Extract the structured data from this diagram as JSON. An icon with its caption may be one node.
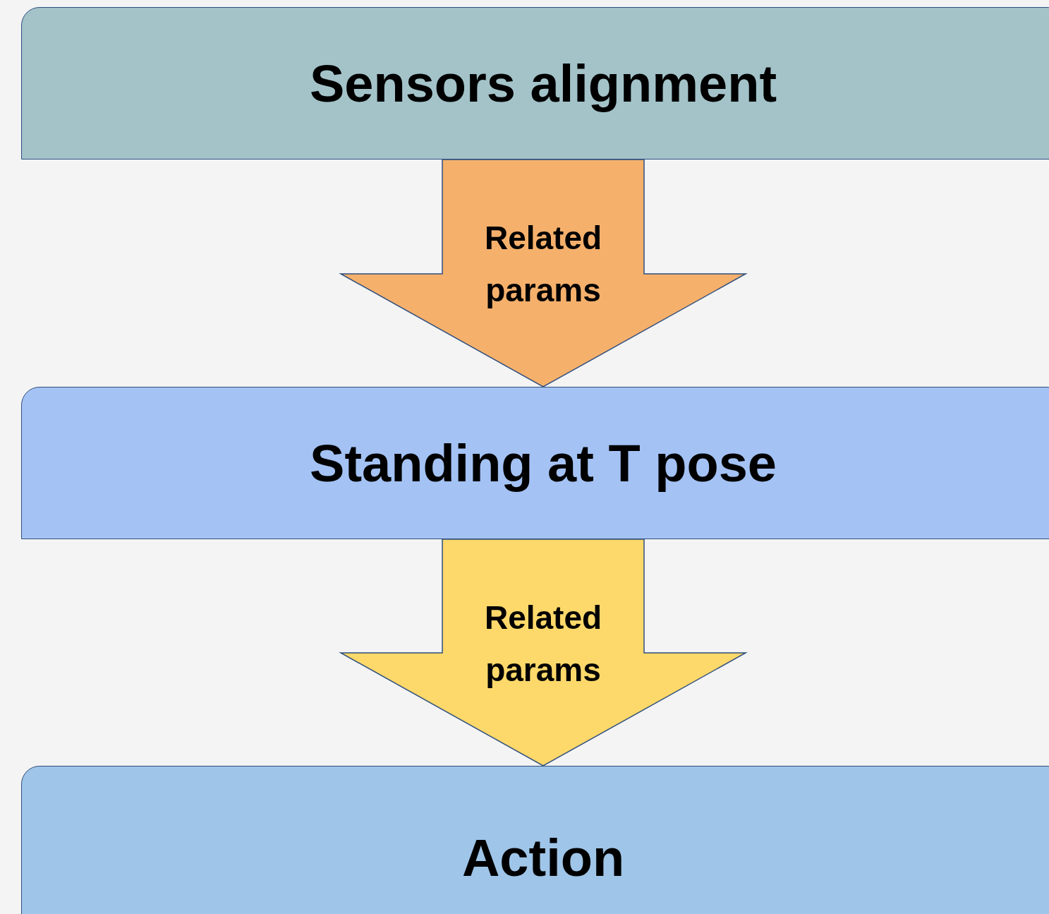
{
  "diagram": {
    "nodes": [
      {
        "text": [
          "Sensors alignment"
        ]
      },
      {
        "text": [
          "Standing at T pose"
        ]
      },
      {
        "text": [
          "Action"
        ]
      }
    ],
    "edges": [
      {
        "from": 0,
        "to": 1,
        "arrow": "to",
        "label": "Related params",
        "color": "#f5b06c"
      },
      {
        "from": 1,
        "to": 2,
        "arrow": "to",
        "label": "Related params",
        "color": "#fdd86a"
      }
    ]
  }
}
